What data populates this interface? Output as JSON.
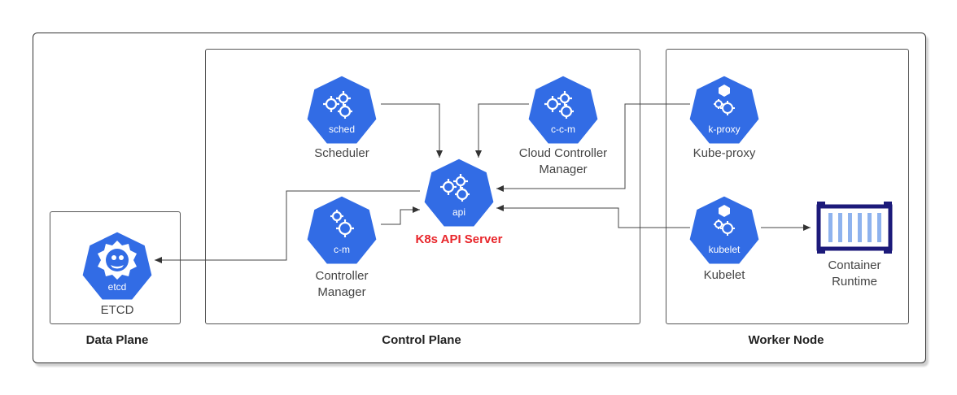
{
  "panels": {
    "data_plane": "Data Plane",
    "control_plane": "Control Plane",
    "worker_node": "Worker Node"
  },
  "nodes": {
    "sched": {
      "tag": "sched",
      "caption": "Scheduler"
    },
    "ccm": {
      "tag": "c-c-m",
      "caption_line1": "Cloud Controller",
      "caption_line2": "Manager"
    },
    "api": {
      "tag": "api",
      "title": "K8s API Server"
    },
    "cm": {
      "tag": "c-m",
      "caption_line1": "Controller",
      "caption_line2": "Manager"
    },
    "etcd": {
      "tag": "etcd",
      "caption": "ETCD"
    },
    "kproxy": {
      "tag": "k-proxy",
      "caption": "Kube-proxy"
    },
    "kubelet": {
      "tag": "kubelet",
      "caption": "Kubelet"
    },
    "runtime": {
      "caption_line1": "Container",
      "caption_line2": "Runtime"
    }
  },
  "colors": {
    "k8s_blue": "#326ce5",
    "api_title_red": "#e8262b",
    "container_navy": "#1c1a7a"
  }
}
